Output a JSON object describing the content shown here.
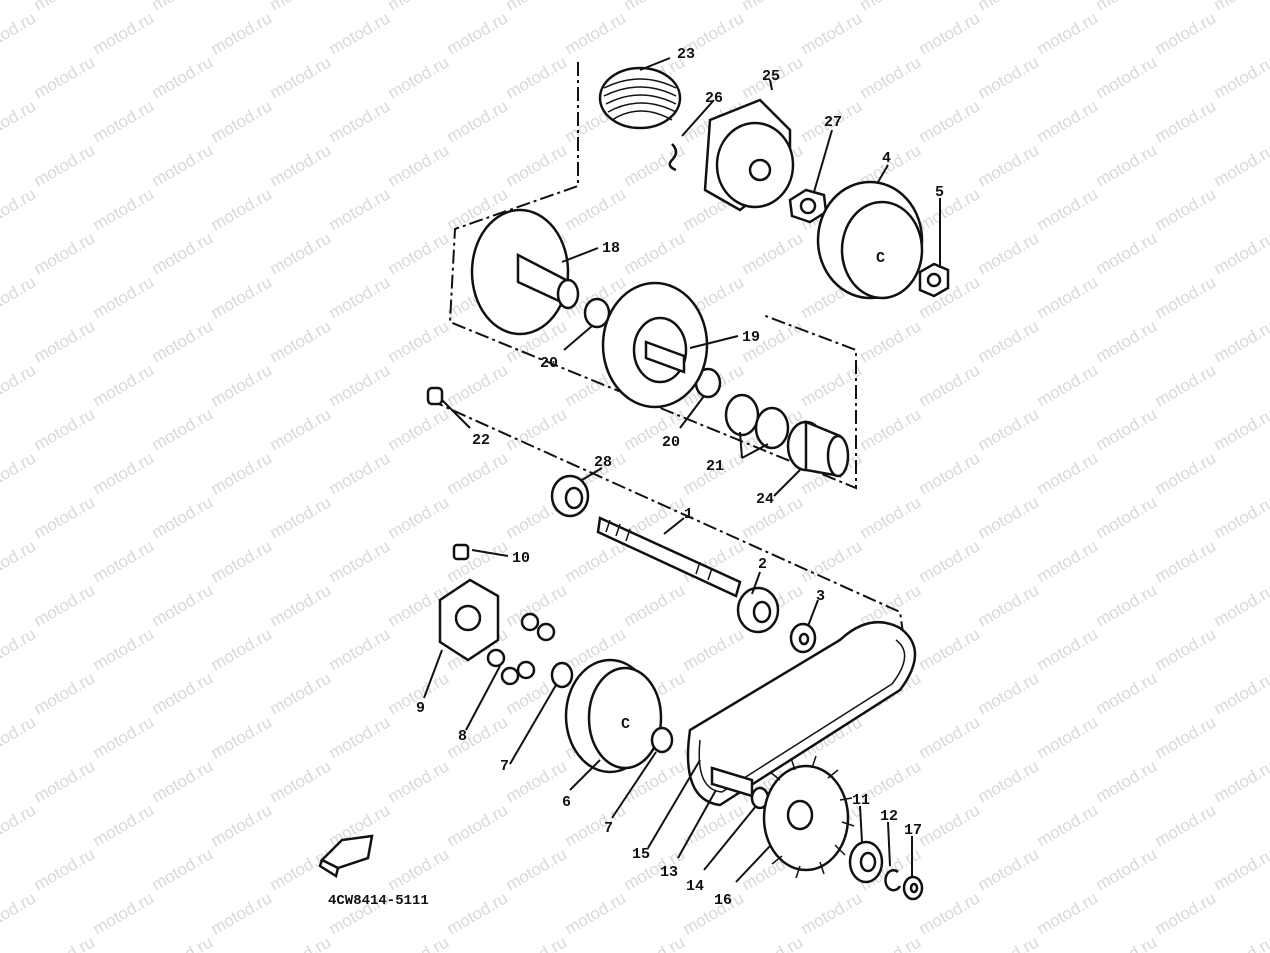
{
  "watermark": {
    "text": "motod.ru",
    "color": "#d9d9d9"
  },
  "diagram": {
    "code": "4CW8414-5111",
    "logo_text": "FWD",
    "callouts": [
      "23",
      "26",
      "25",
      "27",
      "4",
      "5",
      "18",
      "19",
      "20",
      "20",
      "22",
      "21",
      "24",
      "28",
      "1",
      "10",
      "2",
      "3",
      "9",
      "8",
      "7",
      "6",
      "7",
      "15",
      "13",
      "14",
      "16",
      "11",
      "12",
      "17"
    ]
  }
}
